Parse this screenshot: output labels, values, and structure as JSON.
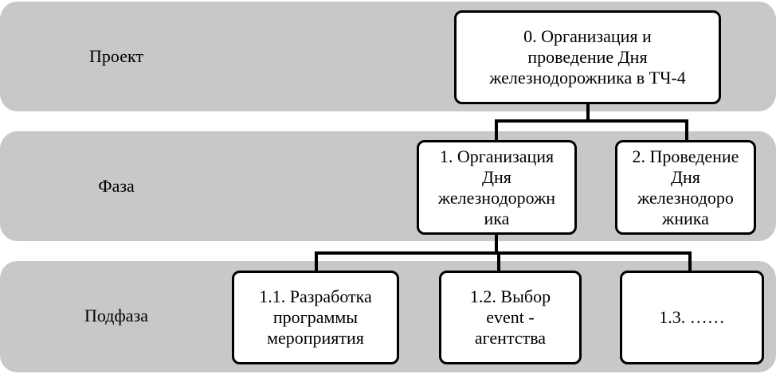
{
  "levels": {
    "project": "Проект",
    "phase": "Фаза",
    "subphase": "Подфаза"
  },
  "nodes": {
    "root": "0.  Организация и\nпроведение Дня\nжелезнодорожника в ТЧ-4",
    "phase_1": "1. Организация\nДня\nжелезнодорожн\nика",
    "phase_2": "2. Проведение\nДня\nжелезнодоро\nжника",
    "sub_1_1": "1.1.  Разработка\nпрограммы\nмероприятия",
    "sub_1_2": "1.2. Выбор\nevent -\nагентства",
    "sub_1_3": "1.3.  ……"
  },
  "colors": {
    "band": "#c8c8c8",
    "node_fill": "#ffffff",
    "node_border": "#000000"
  }
}
